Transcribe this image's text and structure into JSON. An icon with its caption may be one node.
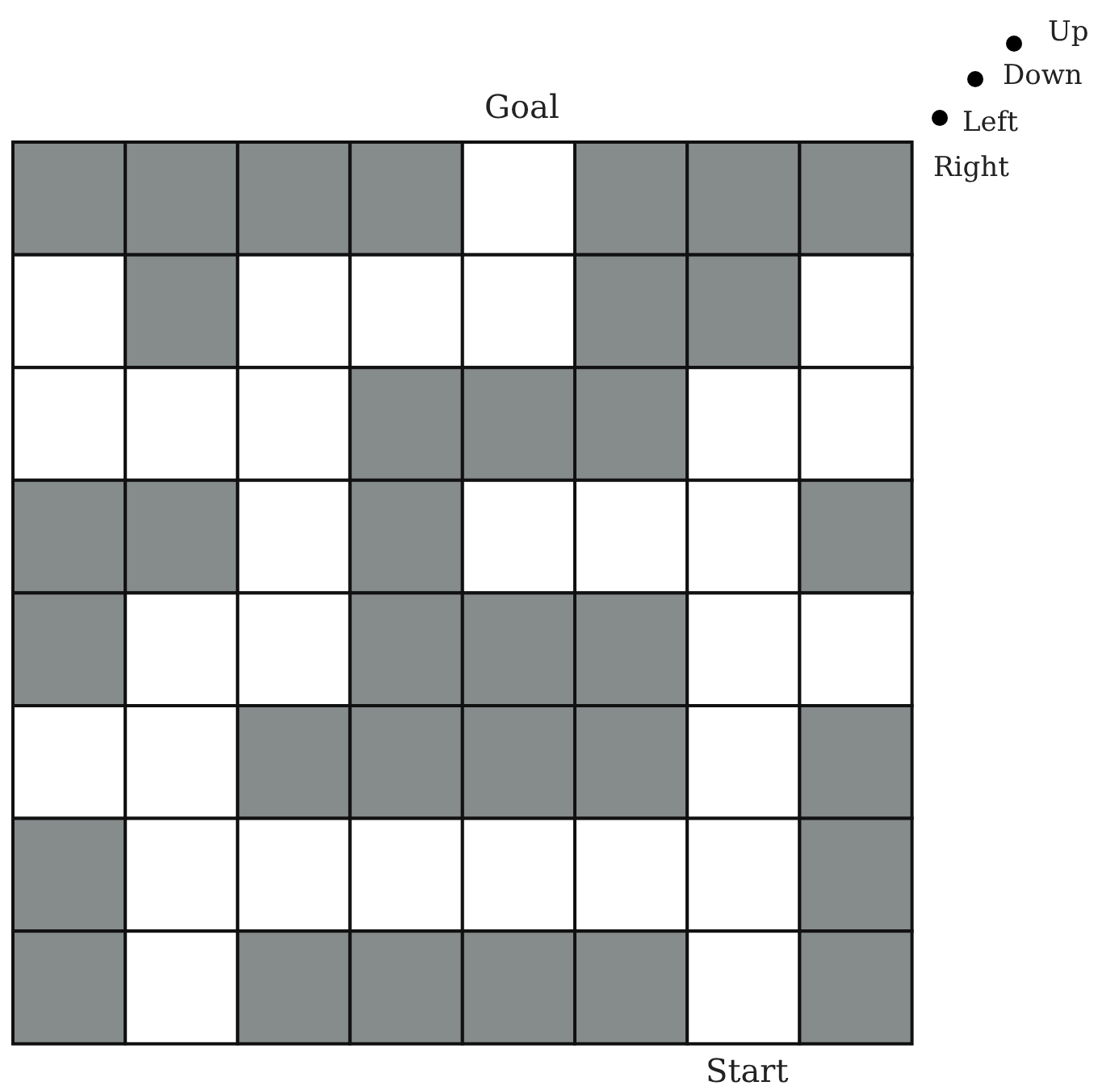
{
  "diagram": {
    "labels": [
      "Goal",
      "Start"
    ],
    "legend": [
      {
        "text": "Up"
      },
      {
        "text": "Down"
      },
      {
        "text": "Left"
      },
      {
        "text": "Right"
      }
    ]
  }
}
